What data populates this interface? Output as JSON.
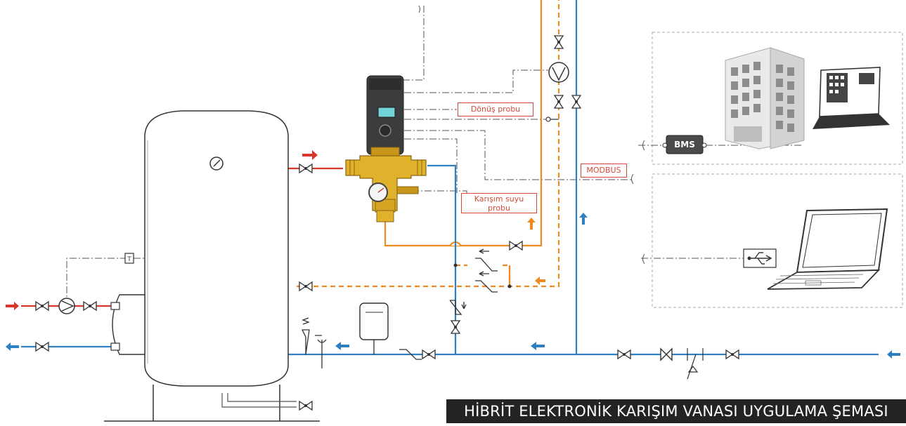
{
  "diagram": {
    "title": "HİBRİT ELEKTRONİK KARIŞIM VANASI UYGULAMA ŞEMASI",
    "labels": {
      "return_probe": "Dönüş probu",
      "mix_probe_line1": "Karışım suyu",
      "mix_probe_line2": "probu",
      "modbus": "MODBUS",
      "bms": "BMS"
    },
    "colors": {
      "hot_line": "#d9362b",
      "cold_line": "#2e80c2",
      "orange_line": "#ee8a22",
      "outline": "#333333",
      "valve_body": "#e0b12a",
      "title_bg": "#232323"
    },
    "icons": [
      "pressure-gauge-icon",
      "pump-icon",
      "valve-icon",
      "check-valve-icon",
      "usb-icon",
      "laptop-icon",
      "building-icon",
      "expansion-tank-icon",
      "safety-valve-icon",
      "flow-arrow-icon"
    ]
  }
}
